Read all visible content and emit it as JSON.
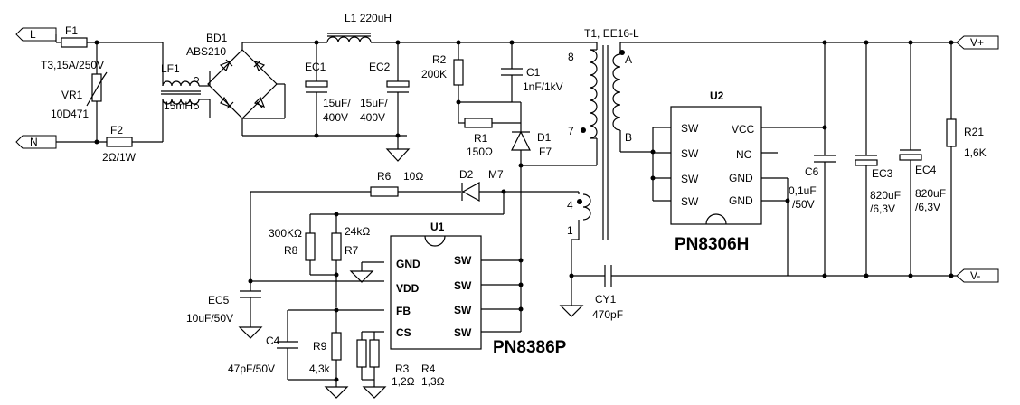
{
  "terminals": {
    "L": "L",
    "N": "N",
    "vplus": "V+",
    "vminus": "V-"
  },
  "components": {
    "F1": {
      "ref": "F1",
      "value": "T3,15A/250V"
    },
    "VR1": {
      "ref": "VR1",
      "value": "10D471"
    },
    "F2": {
      "ref": "F2",
      "value": "2Ω/1W"
    },
    "LF1": {
      "ref": "LF1",
      "value": "15mH"
    },
    "BD1": {
      "ref": "BD1",
      "value": "ABS210"
    },
    "L1": {
      "ref": "L1",
      "value": "220uH"
    },
    "EC1": {
      "ref": "EC1",
      "value1": "15uF/",
      "value2": "400V"
    },
    "EC2": {
      "ref": "EC2",
      "value1": "15uF/",
      "value2": "400V"
    },
    "R2": {
      "ref": "R2",
      "value": "200K"
    },
    "C1": {
      "ref": "C1",
      "value": "1nF/1kV"
    },
    "R1": {
      "ref": "R1",
      "value": "150Ω"
    },
    "D1": {
      "ref": "D1",
      "value": "F7"
    },
    "T1": {
      "ref": "T1",
      "value": "EE16-L"
    },
    "R6": {
      "ref": "R6",
      "value": "10Ω"
    },
    "D2": {
      "ref": "D2",
      "value": "M7"
    },
    "R8": {
      "ref": "R8",
      "value": "300KΩ"
    },
    "R7": {
      "ref": "R7",
      "value": "24kΩ"
    },
    "EC5": {
      "ref": "EC5",
      "value": "10uF/50V"
    },
    "C4": {
      "ref": "C4",
      "value": "47pF/50V"
    },
    "R9": {
      "ref": "R9",
      "value": "4,3k"
    },
    "R3": {
      "ref": "R3",
      "value": "1,2Ω"
    },
    "R4": {
      "ref": "R4",
      "value": "1,3Ω"
    },
    "CY1": {
      "ref": "CY1",
      "value": "470pF"
    },
    "C6": {
      "ref": "C6",
      "value1": "0,1uF",
      "value2": "/50V"
    },
    "EC3": {
      "ref": "EC3",
      "value1": "820uF",
      "value2": "/6,3V"
    },
    "EC4": {
      "ref": "EC4",
      "value1": "820uF",
      "value2": "/6,3V"
    },
    "R21": {
      "ref": "R21",
      "value": "1,6K"
    }
  },
  "transformer_pins": {
    "p8": "8",
    "p7": "7",
    "p4": "4",
    "p1": "1",
    "pA": "A",
    "pB": "B"
  },
  "U1": {
    "ref": "U1",
    "part": "PN8386P",
    "pins_left": [
      "GND",
      "VDD",
      "FB",
      "CS"
    ],
    "pins_right": [
      "SW",
      "SW",
      "SW",
      "SW"
    ]
  },
  "U2": {
    "ref": "U2",
    "part": "PN8306H",
    "pins_left": [
      "SW",
      "SW",
      "SW",
      "SW"
    ],
    "pins_right": [
      "VCC",
      "NC",
      "GND",
      "GND"
    ]
  }
}
